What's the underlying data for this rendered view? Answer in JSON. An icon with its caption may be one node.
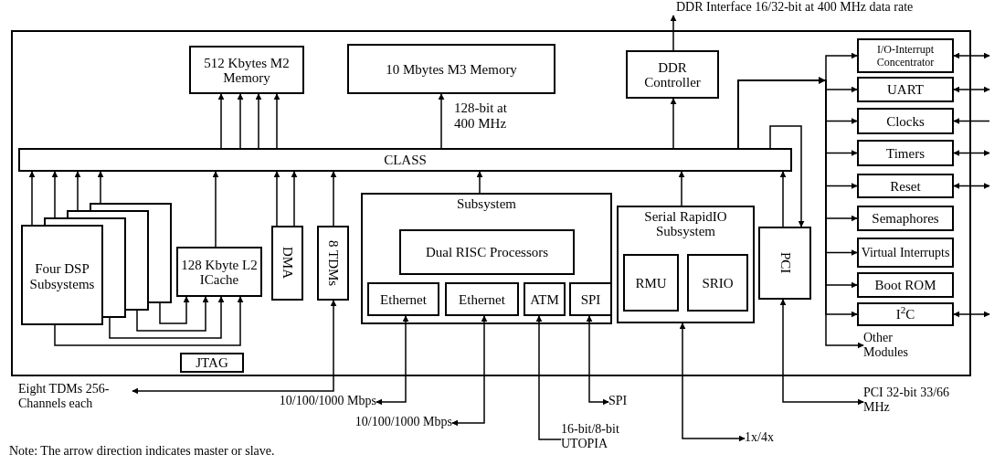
{
  "diagram": {
    "nodes": [
      {
        "text": [],
        "shape": "box"
      },
      {
        "text": [
          "512 Kbytes M2 Memory"
        ],
        "in": 0
      },
      {
        "text": [
          "10 Mbytes M3 Memory"
        ],
        "in": 0
      },
      {
        "text": [
          "DDR Controller"
        ],
        "in": 0
      },
      {
        "text": [
          "CLASS"
        ],
        "in": 0
      },
      {
        "text": [
          "Four DSP Subsystems"
        ],
        "in": 0
      },
      {
        "text": [
          "128 Kbyte L2 ICache"
        ],
        "in": 0
      },
      {
        "text": [
          "DMA"
        ],
        "in": 0
      },
      {
        "text": [
          "8 TDMs"
        ],
        "in": 0
      },
      {
        "text": [
          "JTAG"
        ],
        "in": 0
      },
      {
        "text": [
          "Subsystem"
        ],
        "in": 0
      },
      {
        "text": [
          "Dual RISC Processors"
        ],
        "in": 10
      },
      {
        "text": [
          "Ethernet"
        ],
        "in": 10
      },
      {
        "text": [
          "Ethernet"
        ],
        "in": 10
      },
      {
        "text": [
          "ATM"
        ],
        "in": 10
      },
      {
        "text": [
          "SPI"
        ],
        "in": 10
      },
      {
        "text": [
          "Serial RapidIO Subsystem"
        ],
        "in": 0
      },
      {
        "text": [
          "RMU"
        ],
        "in": 16
      },
      {
        "text": [
          "SRIO"
        ],
        "in": 16
      },
      {
        "text": [
          "PCI"
        ],
        "in": 0
      },
      {
        "text": [
          "I/O-Interrupt Concentrator"
        ],
        "in": 0
      },
      {
        "text": [
          "UART"
        ],
        "in": 0
      },
      {
        "text": [
          "Clocks"
        ],
        "in": 0
      },
      {
        "text": [
          "Timers"
        ],
        "in": 0
      },
      {
        "text": [
          "Reset"
        ],
        "in": 0
      },
      {
        "text": [
          "Semaphores"
        ],
        "in": 0
      },
      {
        "text": [
          "Virtual Interrupts"
        ],
        "in": 0
      },
      {
        "text": [
          "Boot ROM"
        ],
        "in": 0
      },
      {
        "text": [
          "I$^{2}$C"
        ],
        "in": 0
      },
      {
        "text": [
          "Other Modules"
        ],
        "in": 0
      },
      {
        "text": [
          "DDR Interface 16/32-bit at 400 MHz data rate"
        ]
      },
      {
        "text": [
          "Eight TDMs 256-Channels each"
        ]
      },
      {
        "text": [
          "10/100/1000 Mbps"
        ]
      },
      {
        "text": [
          "10/100/1000 Mbps"
        ]
      },
      {
        "text": [
          "SPI"
        ]
      },
      {
        "text": [
          "16-bit/8-bit UTOPIA"
        ]
      },
      {
        "text": [
          "1x/4x"
        ]
      },
      {
        "text": [
          "PCI 32-bit 33/66 MHz"
        ]
      }
    ],
    "edges": [
      {
        "from": 4,
        "to": 1,
        "arrow": "to"
      },
      {
        "from": 4,
        "to": 1,
        "arrow": "to"
      },
      {
        "from": 4,
        "to": 1,
        "arrow": "to"
      },
      {
        "from": 4,
        "to": 1,
        "arrow": "to"
      },
      {
        "from": 4,
        "to": 2,
        "arrow": "to",
        "label": "128-bit at 400 MHz"
      },
      {
        "from": 4,
        "to": 3,
        "arrow": "to"
      },
      {
        "from": 3,
        "to": 30,
        "arrow": "to"
      },
      {
        "from": 5,
        "to": 4,
        "arrow": "to"
      },
      {
        "from": 5,
        "to": 4,
        "arrow": "to"
      },
      {
        "from": 5,
        "to": 4,
        "arrow": "to"
      },
      {
        "from": 5,
        "to": 4,
        "arrow": "to"
      },
      {
        "from": 5,
        "to": 6,
        "arrow": "to"
      },
      {
        "from": 5,
        "to": 6,
        "arrow": "to"
      },
      {
        "from": 5,
        "to": 6,
        "arrow": "to"
      },
      {
        "from": 5,
        "to": 6,
        "arrow": "to"
      },
      {
        "from": 6,
        "to": 4,
        "arrow": "to"
      },
      {
        "from": 7,
        "to": 4,
        "arrow": "to"
      },
      {
        "from": 7,
        "to": 4,
        "arrow": "to"
      },
      {
        "from": 8,
        "to": 4,
        "arrow": "to"
      },
      {
        "from": 10,
        "to": 4,
        "arrow": "to"
      },
      {
        "from": 16,
        "to": 4,
        "arrow": "to"
      },
      {
        "from": 19,
        "to": 4,
        "arrow": "to"
      },
      {
        "from": 4,
        "to": 19,
        "arrow": "to"
      },
      {
        "from": 4,
        "to": 20,
        "arrow": "to"
      },
      {
        "from": 4,
        "to": 21,
        "arrow": "to"
      },
      {
        "from": 4,
        "to": 22,
        "arrow": "to"
      },
      {
        "from": 4,
        "to": 23,
        "arrow": "to"
      },
      {
        "from": 4,
        "to": 24,
        "arrow": "to"
      },
      {
        "from": 4,
        "to": 25,
        "arrow": "to"
      },
      {
        "from": 4,
        "to": 26,
        "arrow": "to"
      },
      {
        "from": 4,
        "to": 27,
        "arrow": "to"
      },
      {
        "from": 4,
        "to": 28,
        "arrow": "to"
      },
      {
        "from": 4,
        "to": 29,
        "arrow": "to"
      },
      {
        "from": 8,
        "to": 31,
        "arrow": "both"
      },
      {
        "from": 12,
        "to": 32,
        "arrow": "both"
      },
      {
        "from": 13,
        "to": 33,
        "arrow": "both"
      },
      {
        "from": 35,
        "to": 14,
        "arrow": "to"
      },
      {
        "from": 15,
        "to": 34,
        "arrow": "both"
      },
      {
        "from": 16,
        "to": 36,
        "arrow": "both"
      },
      {
        "from": 19,
        "to": 37,
        "arrow": "both"
      },
      {
        "from": 20,
        "to": null,
        "arrow": "both"
      },
      {
        "from": 21,
        "to": null,
        "arrow": "both"
      },
      {
        "from": 23,
        "to": null,
        "arrow": "both"
      },
      {
        "from": 24,
        "to": null,
        "arrow": "both"
      },
      {
        "from": 28,
        "to": null,
        "arrow": "both"
      },
      {
        "from": null,
        "to": 22,
        "arrow": "to"
      }
    ],
    "labels": [
      "Note: The arrow direction indicates master or slave."
    ]
  }
}
